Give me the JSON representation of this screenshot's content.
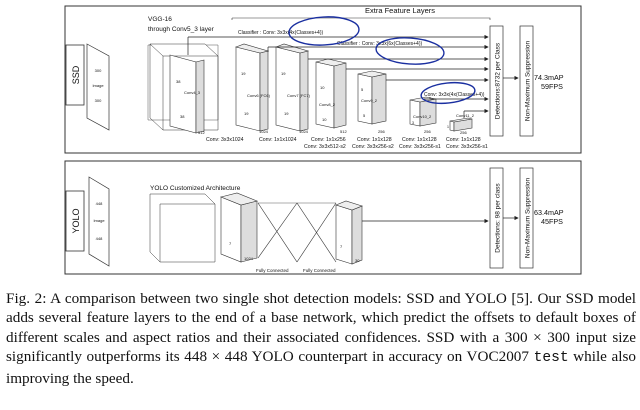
{
  "figure": {
    "extra_layers_label": "Extra Feature Layers",
    "ssd": {
      "side_label": "SSD",
      "input_size": "300",
      "input_label": "Image",
      "vgg_label_1": "VGG-16",
      "vgg_label_2": "through Conv5_3 layer",
      "classifier_1": "Classifier : Conv: 3x3x(4x(Classes+4))",
      "classifier_2": "Classifier : Conv: 3x3x(6x(Classes+4))",
      "classifier_3": "Conv: 3x3x(4x(Classes+4))",
      "conv4_label": "Conv4_3",
      "conv4_num_a": "38",
      "conv4_num_b": "38",
      "conv4_depth": "512",
      "conv6_label": "Conv6 (FC6)",
      "conv6_num_a": "19",
      "conv6_num_b": "19",
      "conv6_depth": "1024",
      "conv7_label": "Conv7 (FC7)",
      "conv7_num_a": "19",
      "conv7_num_b": "19",
      "conv7_depth": "1024",
      "conv8_label": "Conv8_2",
      "conv8_num_a": "10",
      "conv8_num_b": "10",
      "conv8_depth": "512",
      "conv9_label": "Conv9_2",
      "conv9_num_a": "5",
      "conv9_num_b": "5",
      "conv9_depth": "256",
      "conv10_label": "Conv10_2",
      "conv10_num_a": "3",
      "conv10_depth": "256",
      "conv11_label": "Conv11_2",
      "conv11_num_a": "1",
      "conv11_depth": "256",
      "conv_a1": "Conv: 3x3x1024",
      "conv_a2": "Conv: 1x1x1024",
      "conv_a3": "Conv: 1x1x256",
      "conv_a3b": "Conv: 3x3x512-s2",
      "conv_a4": "Conv: 1x1x128",
      "conv_a4b": "Conv: 3x3x256-s2",
      "conv_a5": "Conv: 1x1x128",
      "conv_a5b": "Conv: 3x3x256-s1",
      "conv_a6": "Conv: 1x1x128",
      "conv_a6b": "Conv: 3x3x256-s1",
      "detections": "Detections:8732 per Class",
      "nms": "Non-Maximum Suppression",
      "map": "74.3mAP",
      "fps": "59FPS"
    },
    "yolo": {
      "side_label": "YOLO",
      "input_size": "448",
      "input_label": "Image",
      "arch_label": "YOLO Customized Architecture",
      "num_a": "7",
      "depth_a": "1024",
      "num_b": "7",
      "depth_b": "30",
      "fc_1": "Fully Connected",
      "fc_2": "Fully Connected",
      "detections": "Detections: 98 per class",
      "nms": "Non-Maximum Suppression",
      "map": "63.4mAP",
      "fps": "45FPS"
    }
  },
  "caption": {
    "text_main": "Fig. 2: A comparison between two single shot detection models: SSD and YOLO [5]. Our SSD model adds several feature layers to the end of a base network, which predict the offsets to default boxes of different scales and aspect ratios and their associated confidences. SSD with a 300 × 300 input size significantly outperforms its 448 × 448 YOLO counterpart in accuracy on VOC2007 ",
    "text_code": "test",
    "text_end": " while also improving the speed."
  }
}
